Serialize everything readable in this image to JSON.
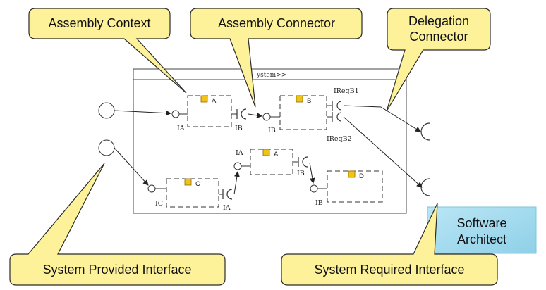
{
  "system": {
    "title": "ystem>>"
  },
  "components": [
    {
      "id": "a1",
      "name": "A"
    },
    {
      "id": "b",
      "name": "B"
    },
    {
      "id": "c",
      "name": "C"
    },
    {
      "id": "a2",
      "name": "A"
    },
    {
      "id": "d",
      "name": "D"
    }
  ],
  "ports": {
    "a1_provided": "IA",
    "b_required_from_a": "IB",
    "b_provided": "IB",
    "b_required_1": "IReqB1",
    "b_required_2": "IReqB2",
    "c_provided": "IC",
    "c_required": "IA",
    "a2_provided": "IA",
    "a2_required": "IB",
    "d_provided": "IB"
  },
  "callouts": {
    "assembly_context": "Assembly Context",
    "assembly_connector": "Assembly Connector",
    "delegation_connector_line1": "Delegation",
    "delegation_connector_line2": "Connector",
    "system_provided_interface": "System Provided Interface",
    "system_required_interface": "System Required Interface"
  },
  "role_box": {
    "line1": "Software",
    "line2": "Architect"
  },
  "colors": {
    "callout_fill": "#fdf29a",
    "callout_stroke": "#2a2a2a",
    "role_fill": "#a6dcef",
    "component_icon": "#f2c21b"
  }
}
